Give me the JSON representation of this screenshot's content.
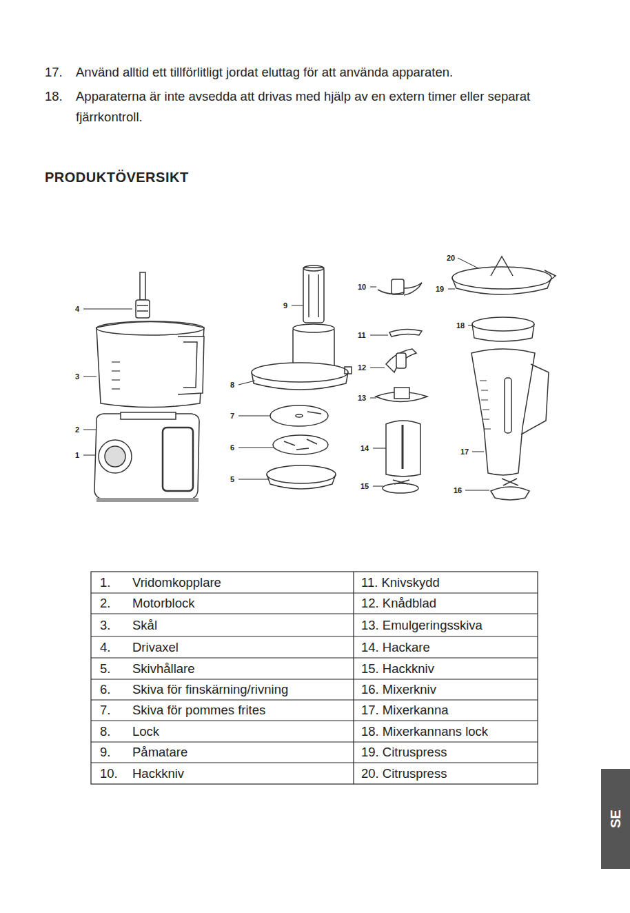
{
  "diagram": {
    "title": "PRODUKTÖVERSIKT",
    "nodes": [
      {
        "text": [
          "SE"
        ]
      }
    ],
    "labels": [
      "17.",
      "Använd alltid ett tillförlitligt jordat eluttag för att använda apparaten.",
      "18.",
      "Apparaterna är inte avsedda att drivas med hjälp av en extern timer eller separat fjärrkontroll.",
      "4",
      "3",
      "2",
      "1",
      "9",
      "8",
      "7",
      "6",
      "5",
      "10",
      "11",
      "12",
      "13",
      "14",
      "15",
      "20",
      "19",
      "18",
      "17",
      "16",
      "1.",
      "Vridomkopplare",
      "11. Knivskydd",
      "2.",
      "Motorblock",
      "12. Knådblad",
      "3.",
      "Skål",
      "13. Emulgeringsskiva",
      "4.",
      "Drivaxel",
      "14. Hackare",
      "5.",
      "Skivhållare",
      "15. Hackkniv",
      "6.",
      "Skiva för finskärning/rivning",
      "16. Mixerkniv",
      "7.",
      "Skiva för pommes frites",
      "17. Mixerkanna",
      "8.",
      "Lock",
      "18. Mixerkannans lock",
      "9.",
      "Påmatare",
      "19. Citruspress",
      "10.",
      "Hackkniv",
      "20. Citruspress"
    ]
  }
}
